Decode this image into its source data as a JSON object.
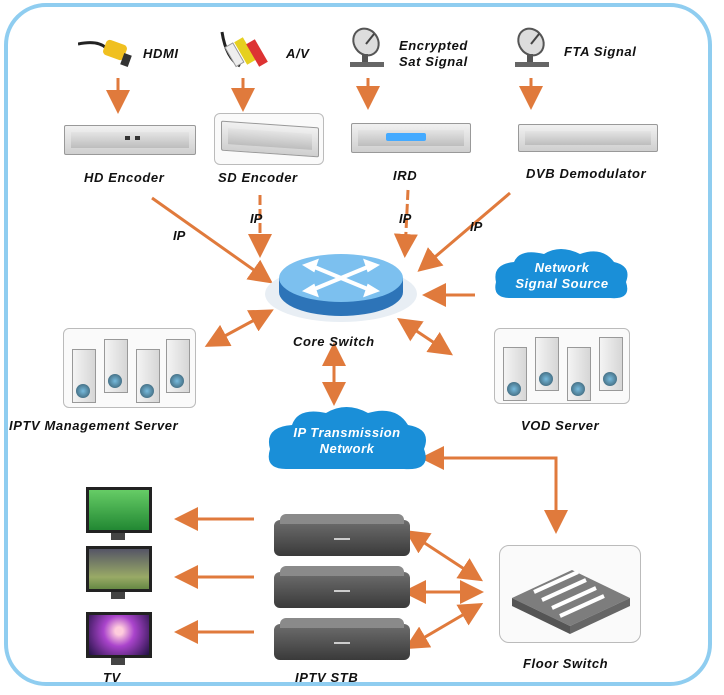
{
  "title": "IPTV System Diagram",
  "colors": {
    "arrow": "#e07a3c",
    "frame": "#8fcdf0",
    "cloud": "#1a8fd8",
    "switch": "#4a9fdf"
  },
  "sources": [
    {
      "label": "HDMI",
      "icon": "hdmi-plug-icon"
    },
    {
      "label": "A/V",
      "icon": "av-cable-icon"
    },
    {
      "label": "Encrypted\nSat Signal",
      "icon": "satellite-dish-icon",
      "line1": "Encrypted",
      "line2": "Sat Signal"
    },
    {
      "label": "FTA Signal",
      "icon": "satellite-dish-icon"
    }
  ],
  "headend": [
    "HD Encoder",
    "SD Encoder",
    "IRD",
    "DVB Demodulator"
  ],
  "ip_label": "IP",
  "core_switch": "Core Switch",
  "network_source": {
    "line1": "Network",
    "line2": "Signal Source"
  },
  "servers": {
    "management": "IPTV Management Server",
    "vod": "VOD Server"
  },
  "transmission": {
    "line1": "IP Transmission",
    "line2": "Network"
  },
  "floor_switch": "Floor Switch",
  "stb": "IPTV STB",
  "tv": "TV"
}
